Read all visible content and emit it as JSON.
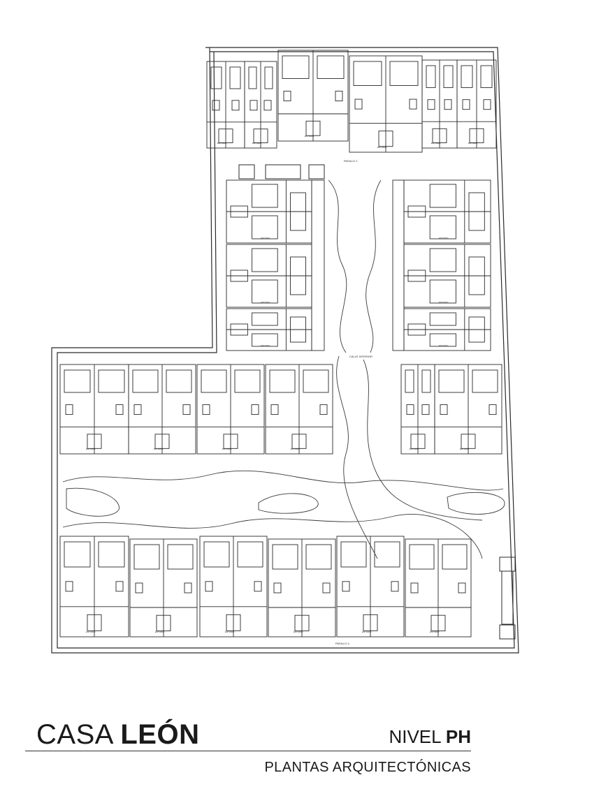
{
  "title_block": {
    "project_light": "CASA ",
    "project_bold": "LEÓN",
    "level_prefix": "NIVEL ",
    "level_bold": "PH",
    "subtitle": "PLANTAS ARQUITECTÓNICAS"
  },
  "plan_labels": {
    "top_corridor": "PASILLO 1",
    "middle_corridor": "CALLE INTERIOR",
    "bottom_corridor": "PASILLO 4",
    "unit_label": "ESTUDIO"
  },
  "colors": {
    "line": "#2a2a2a",
    "background": "#ffffff"
  }
}
